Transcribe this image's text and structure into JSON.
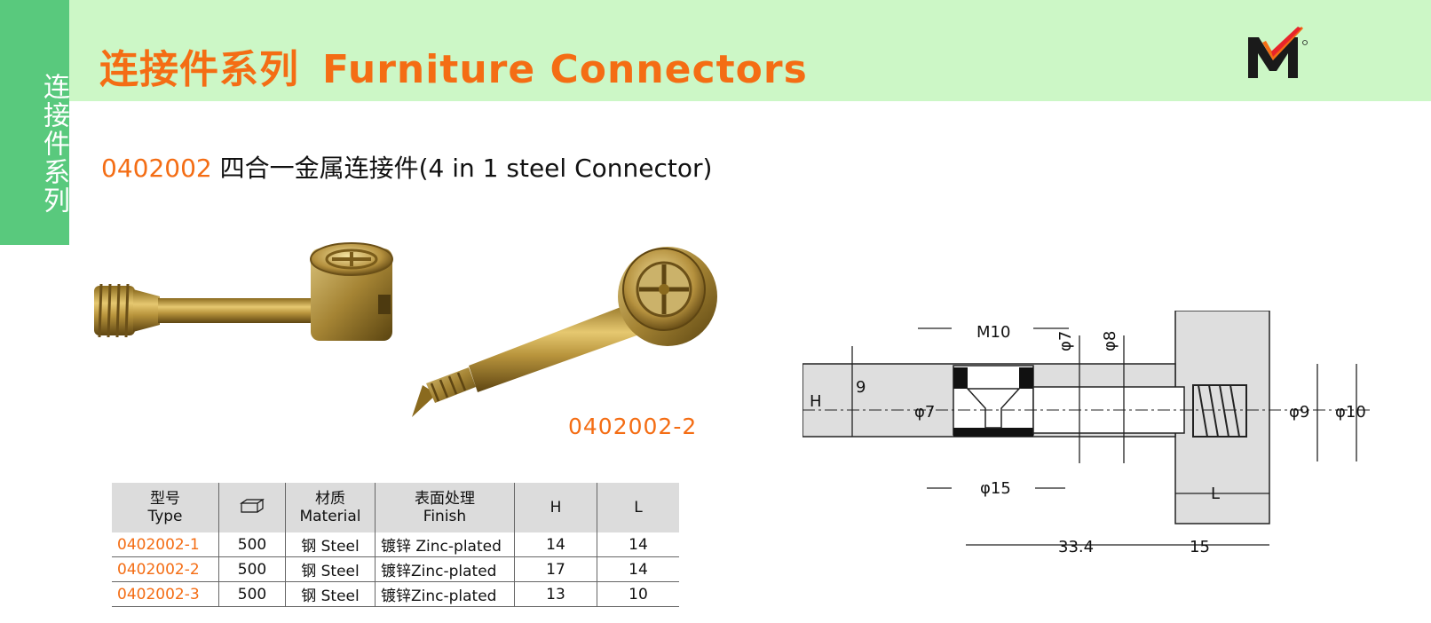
{
  "side_tab": {
    "label": "连接件系列"
  },
  "header": {
    "title_cn": "连接件系列",
    "title_en": "Furniture Connectors",
    "brand_color": "#f46d14",
    "banner_color": "#ccf7c6",
    "tab_color": "#59c97d"
  },
  "product": {
    "code": "0402002",
    "name": "四合一金属连接件(4 in 1 steel Connector)",
    "photo_label": "0402002-2"
  },
  "diagram": {
    "labels": {
      "m10": "M10",
      "phi7_top": "φ7",
      "phi8": "φ8",
      "h": "H",
      "nine": "9",
      "phi7_left": "φ7",
      "phi9": "φ9",
      "phi10": "φ10",
      "phi15": "φ15",
      "l": "L",
      "d334": "33.4",
      "d15": "15"
    }
  },
  "table": {
    "headers": [
      {
        "cn": "型号",
        "en": "Type"
      },
      {
        "cn": "",
        "en": "",
        "icon": "box-icon"
      },
      {
        "cn": "材质",
        "en": "Material"
      },
      {
        "cn": "表面处理",
        "en": "Finish"
      },
      {
        "cn": "",
        "en": "H"
      },
      {
        "cn": "",
        "en": "L"
      }
    ],
    "rows": [
      {
        "type": "0402002-1",
        "qty": "500",
        "material": "钢 Steel",
        "finish": "镀锌 Zinc-plated",
        "h": "14",
        "l": "14"
      },
      {
        "type": "0402002-2",
        "qty": "500",
        "material": "钢 Steel",
        "finish": "镀锌Zinc-plated",
        "h": "17",
        "l": "14"
      },
      {
        "type": "0402002-3",
        "qty": "500",
        "material": "钢 Steel",
        "finish": "镀锌Zinc-plated",
        "h": "13",
        "l": "10"
      }
    ]
  }
}
